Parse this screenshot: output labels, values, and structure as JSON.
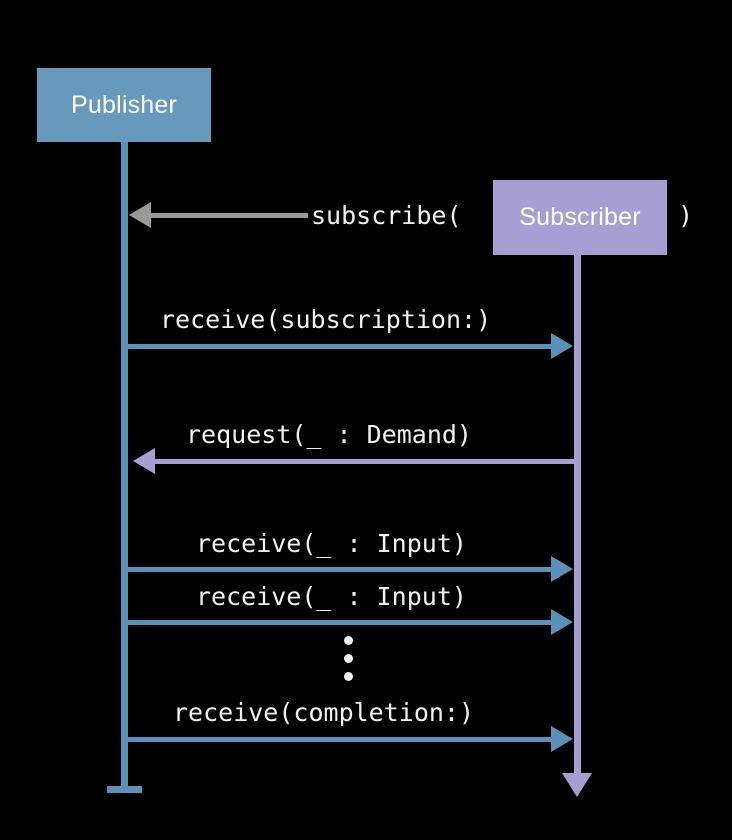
{
  "diagram": {
    "title": "Publisher / Subscriber sequence diagram",
    "background_color": "#000000",
    "participants": [
      {
        "id": "publisher",
        "label": "Publisher",
        "color": "#6699bb"
      },
      {
        "id": "subscriber",
        "label": "Subscriber",
        "color": "#a79fd4"
      }
    ],
    "messages": [
      {
        "id": "subscribe",
        "label_prefix": "subscribe(",
        "label_suffix": ")",
        "inline_participant": "Subscriber",
        "direction": "right-to-left",
        "from": "subscriber",
        "to": "publisher",
        "color": "#9a9a9a"
      },
      {
        "id": "receive-subscription",
        "label": "receive(subscription:)",
        "direction": "left-to-right",
        "from": "publisher",
        "to": "subscriber",
        "color": "#5b90b8"
      },
      {
        "id": "request-demand",
        "label": "request(_ : Demand)",
        "direction": "right-to-left",
        "from": "subscriber",
        "to": "publisher",
        "color": "#a79fd4"
      },
      {
        "id": "receive-input-1",
        "label": "receive(_ : Input)",
        "direction": "left-to-right",
        "from": "publisher",
        "to": "subscriber",
        "color": "#5b90b8"
      },
      {
        "id": "receive-input-2",
        "label": "receive(_ : Input)",
        "direction": "left-to-right",
        "from": "publisher",
        "to": "subscriber",
        "color": "#5b90b8"
      },
      {
        "id": "ellipsis",
        "label": "⋮",
        "direction": "none"
      },
      {
        "id": "receive-completion",
        "label": "receive(completion:)",
        "direction": "left-to-right",
        "from": "publisher",
        "to": "subscriber",
        "color": "#5b90b8"
      }
    ]
  }
}
